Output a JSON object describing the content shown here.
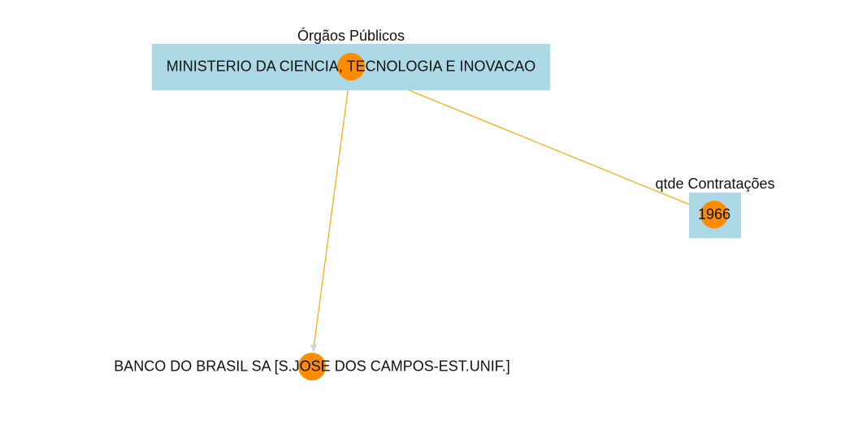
{
  "colors": {
    "group_fill": "#add8e6",
    "node_fill": "#ff8c00",
    "edge": "#ffa500",
    "arrowhead": "#d3d3d3"
  },
  "groups": [
    {
      "title": "Órgãos Públicos"
    },
    {
      "title": "qtde Contratações"
    }
  ],
  "nodes": [
    {
      "id": "orgao",
      "label": "MINISTERIO DA CIENCIA, TECNOLOGIA E INOVACAO"
    },
    {
      "id": "qtde",
      "label": "1966"
    },
    {
      "id": "banco",
      "label": "BANCO DO BRASIL SA [S.JOSE DOS CAMPOS-EST.UNIF.]"
    }
  ],
  "edges": [
    {
      "from": "orgao",
      "to": "qtde",
      "directed": false
    },
    {
      "from": "orgao",
      "to": "banco",
      "directed": true
    }
  ]
}
